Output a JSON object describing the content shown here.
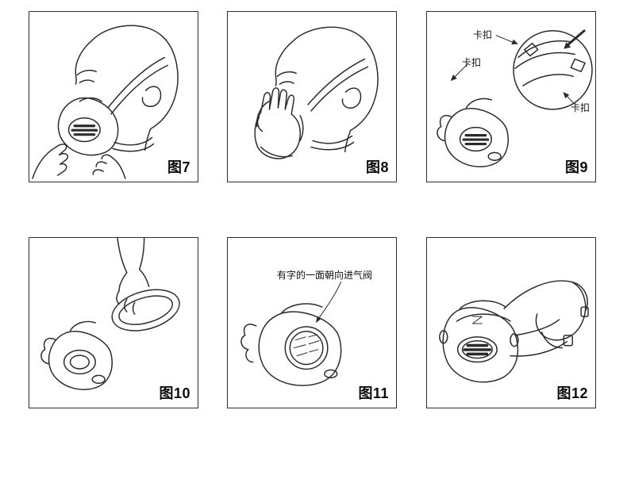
{
  "page": {
    "background": "#ffffff",
    "ink": "#2b2b2b",
    "border": "#2f2f2f"
  },
  "figures": [
    {
      "label": "图7",
      "scene": "press-mask-with-both-hands"
    },
    {
      "label": "图8",
      "scene": "palm-seal-fit-check"
    },
    {
      "label": "图9",
      "scene": "buckle-detail-magnified",
      "callouts": [
        "卡扣",
        "卡扣",
        "卡扣"
      ]
    },
    {
      "label": "图10",
      "scene": "hold-filter-cover-over-mask"
    },
    {
      "label": "图11",
      "scene": "filter-text-orientation",
      "note": "有字的一面朝向进气阀"
    },
    {
      "label": "图12",
      "scene": "assembled-respirator-with-headstraps"
    }
  ]
}
